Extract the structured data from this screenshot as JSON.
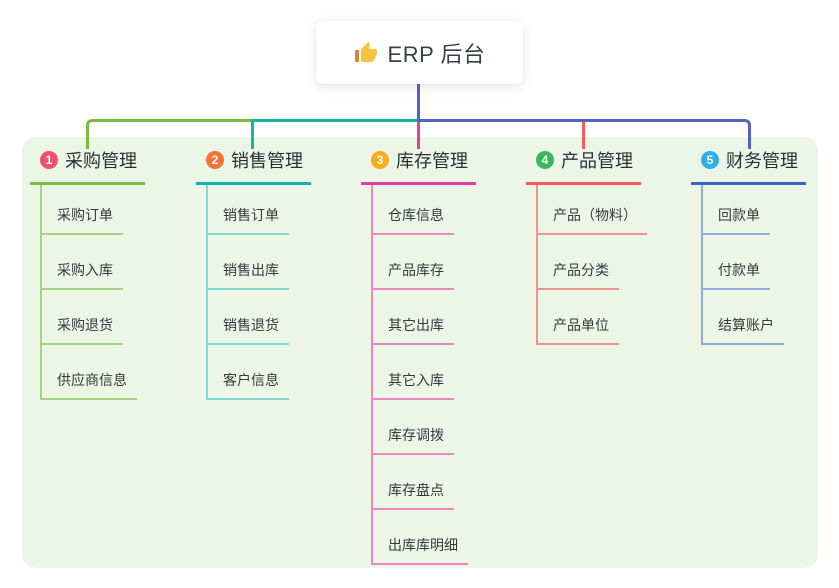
{
  "canvas": {
    "background": "#ffffff",
    "panel_background": "#ebf6e6"
  },
  "root": {
    "title": "ERP 后台",
    "icon": "thumbs-up-icon",
    "connector_color": "#5163c7"
  },
  "branches": [
    {
      "index": "1",
      "title": "采购管理",
      "badge_color": "#f0506a",
      "line_color": "#7cb93f",
      "child_line_color": "#a5d284",
      "children": [
        "采购订单",
        "采购入库",
        "采购退货",
        "供应商信息"
      ]
    },
    {
      "index": "2",
      "title": "销售管理",
      "badge_color": "#f77234",
      "line_color": "#12b5ab",
      "child_line_color": "#82d8d2",
      "children": [
        "销售订单",
        "销售出库",
        "销售退货",
        "客户信息"
      ]
    },
    {
      "index": "3",
      "title": "库存管理",
      "badge_color": "#fbab1c",
      "line_color": "#dd3fa4",
      "child_line_color": "#ee85bd",
      "children": [
        "仓库信息",
        "产品库存",
        "其它出库",
        "其它入库",
        "库存调拨",
        "库存盘点",
        "出库库明细"
      ]
    },
    {
      "index": "4",
      "title": "产品管理",
      "badge_color": "#3cb85c",
      "line_color": "#fa5a5e",
      "child_line_color": "#f59193",
      "children": [
        "产品（物料）",
        "产品分类",
        "产品单位"
      ]
    },
    {
      "index": "5",
      "title": "财务管理",
      "badge_color": "#2ab1e8",
      "line_color": "#3c63c9",
      "child_line_color": "#92abdf",
      "children": [
        "回款单",
        "付款单",
        "结算账户"
      ]
    }
  ]
}
